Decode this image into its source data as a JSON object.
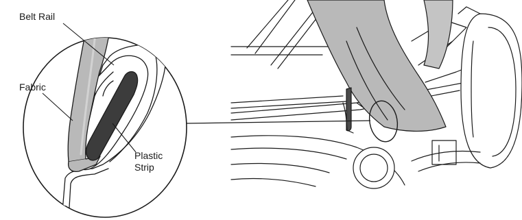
{
  "labels": {
    "belt_rail": "Belt Rail",
    "fabric": "Fabric",
    "plastic_strip_line1": "Plastic",
    "plastic_strip_line2": "Strip"
  },
  "colors": {
    "outline": "#1a1a1a",
    "fabric_fill": "#b9b9b9",
    "fabric_light": "#d2d2d2",
    "plastic_strip": "#3c3c3c",
    "rail_fill": "#ffffff",
    "background": "#ffffff"
  }
}
